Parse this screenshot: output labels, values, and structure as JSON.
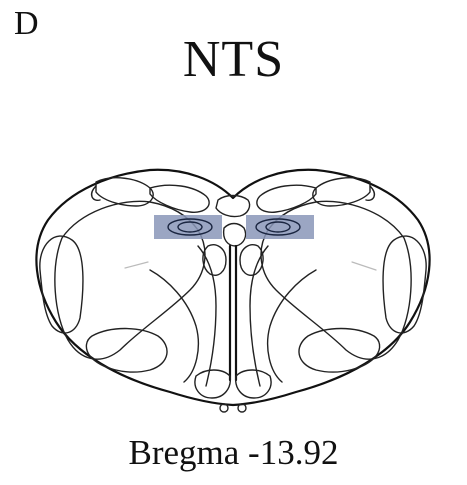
{
  "panel_label": "D",
  "title": "NTS",
  "caption": "Bregma -13.92",
  "colors": {
    "highlight": "#8a96b8",
    "line": "#111111",
    "background": "#ffffff"
  }
}
